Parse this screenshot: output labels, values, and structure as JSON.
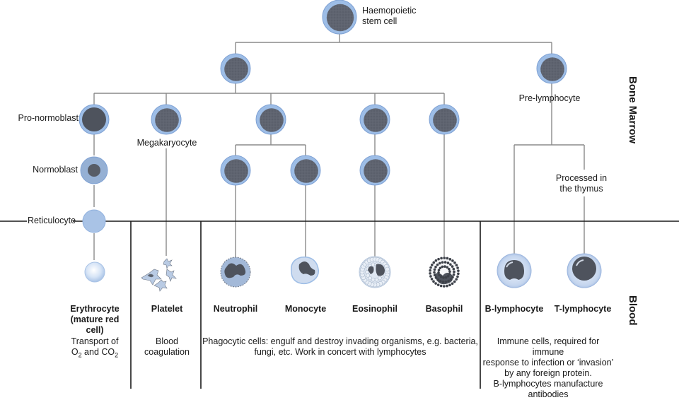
{
  "title": "Haemopoiesis lineage diagram",
  "colors": {
    "line": "#8a8a8a",
    "divider": "#1a1a1a",
    "cell_membrane": "#9dbde6",
    "cell_nucleus": "#5f6470",
    "text": "#1a1a1a"
  },
  "sections": {
    "bone_marrow": "Bone Marrow",
    "blood": "Blood"
  },
  "bone_marrow_labels": {
    "stem_cell": "Haemopoietic\nstem cell",
    "pro_normoblast": "Pro-normoblast",
    "normoblast": "Normoblast",
    "reticulocyte": "Reticulocyte",
    "megakaryocyte": "Megakaryocyte",
    "pre_lymphocyte": "Pre-lymphocyte",
    "thymus": "Processed in\nthe thymus"
  },
  "blood_cells": [
    {
      "id": "erythrocyte",
      "name": "Erythrocyte\n(mature red\ncell)",
      "icon": "erythrocyte-icon"
    },
    {
      "id": "platelet",
      "name": "Platelet",
      "icon": "platelet-icon"
    },
    {
      "id": "neutrophil",
      "name": "Neutrophil",
      "icon": "neutrophil-icon"
    },
    {
      "id": "monocyte",
      "name": "Monocyte",
      "icon": "monocyte-icon"
    },
    {
      "id": "eosinophil",
      "name": "Eosinophil",
      "icon": "eosinophil-icon"
    },
    {
      "id": "basophil",
      "name": "Basophil",
      "icon": "basophil-icon"
    },
    {
      "id": "b_lymphocyte",
      "name": "B-lymphocyte",
      "icon": "b-lymphocyte-icon"
    },
    {
      "id": "t_lymphocyte",
      "name": "T-lymphocyte",
      "icon": "t-lymphocyte-icon"
    }
  ],
  "functions": {
    "erythrocyte": {
      "line1": "Transport of",
      "line2_parts": [
        "O",
        "2",
        " and CO",
        "2"
      ]
    },
    "platelet": "Blood\ncoagulation",
    "phagocytes": "Phagocytic cells: engulf and destroy invading organisms, e.g. bacteria,\nfungi, etc. Work in concert with lymphocytes",
    "lymphocytes": "Immune cells, required for immune\nresponse to infection or ‘invasion’\nby any foreign protein.\nB-lymphocytes manufacture\nantibodies"
  }
}
